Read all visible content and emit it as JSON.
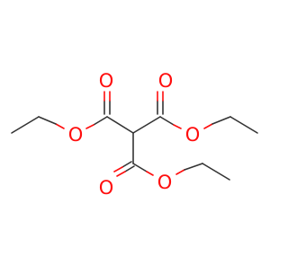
{
  "molecule": {
    "colors": {
      "bond": "#333333",
      "oxygen": "#ff0d0d",
      "background": "#ffffff"
    },
    "atom_labels": {
      "o_carbonyl_left": "O",
      "o_carbonyl_right": "O",
      "o_carbonyl_bottom": "O",
      "o_ester_left": "O",
      "o_ester_right": "O",
      "o_ester_bottom": "O"
    }
  }
}
